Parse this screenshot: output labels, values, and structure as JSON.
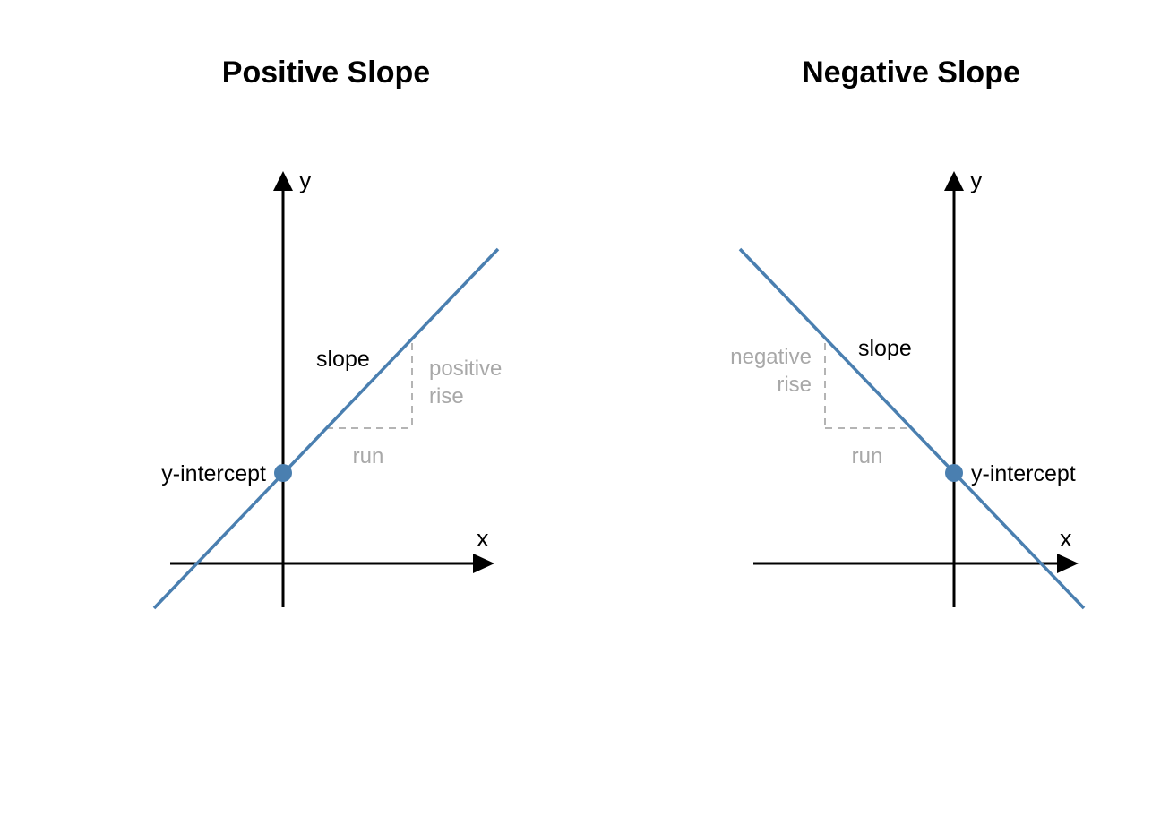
{
  "colors": {
    "line": "#4a7fb0",
    "point": "#4a7fb0",
    "axis": "#000000",
    "guide": "#b4b4b4",
    "guide_text": "#a8a8a8"
  },
  "left_panel": {
    "title": "Positive Slope",
    "x_label": "x",
    "y_label": "y",
    "slope_label": "slope",
    "rise_label_line1": "positive",
    "rise_label_line2": "rise",
    "run_label": "run",
    "intercept_label": "y-intercept"
  },
  "right_panel": {
    "title": "Negative Slope",
    "x_label": "x",
    "y_label": "y",
    "slope_label": "slope",
    "rise_label_line1": "negative",
    "rise_label_line2": "rise",
    "run_label": "run",
    "intercept_label": "y-intercept"
  }
}
